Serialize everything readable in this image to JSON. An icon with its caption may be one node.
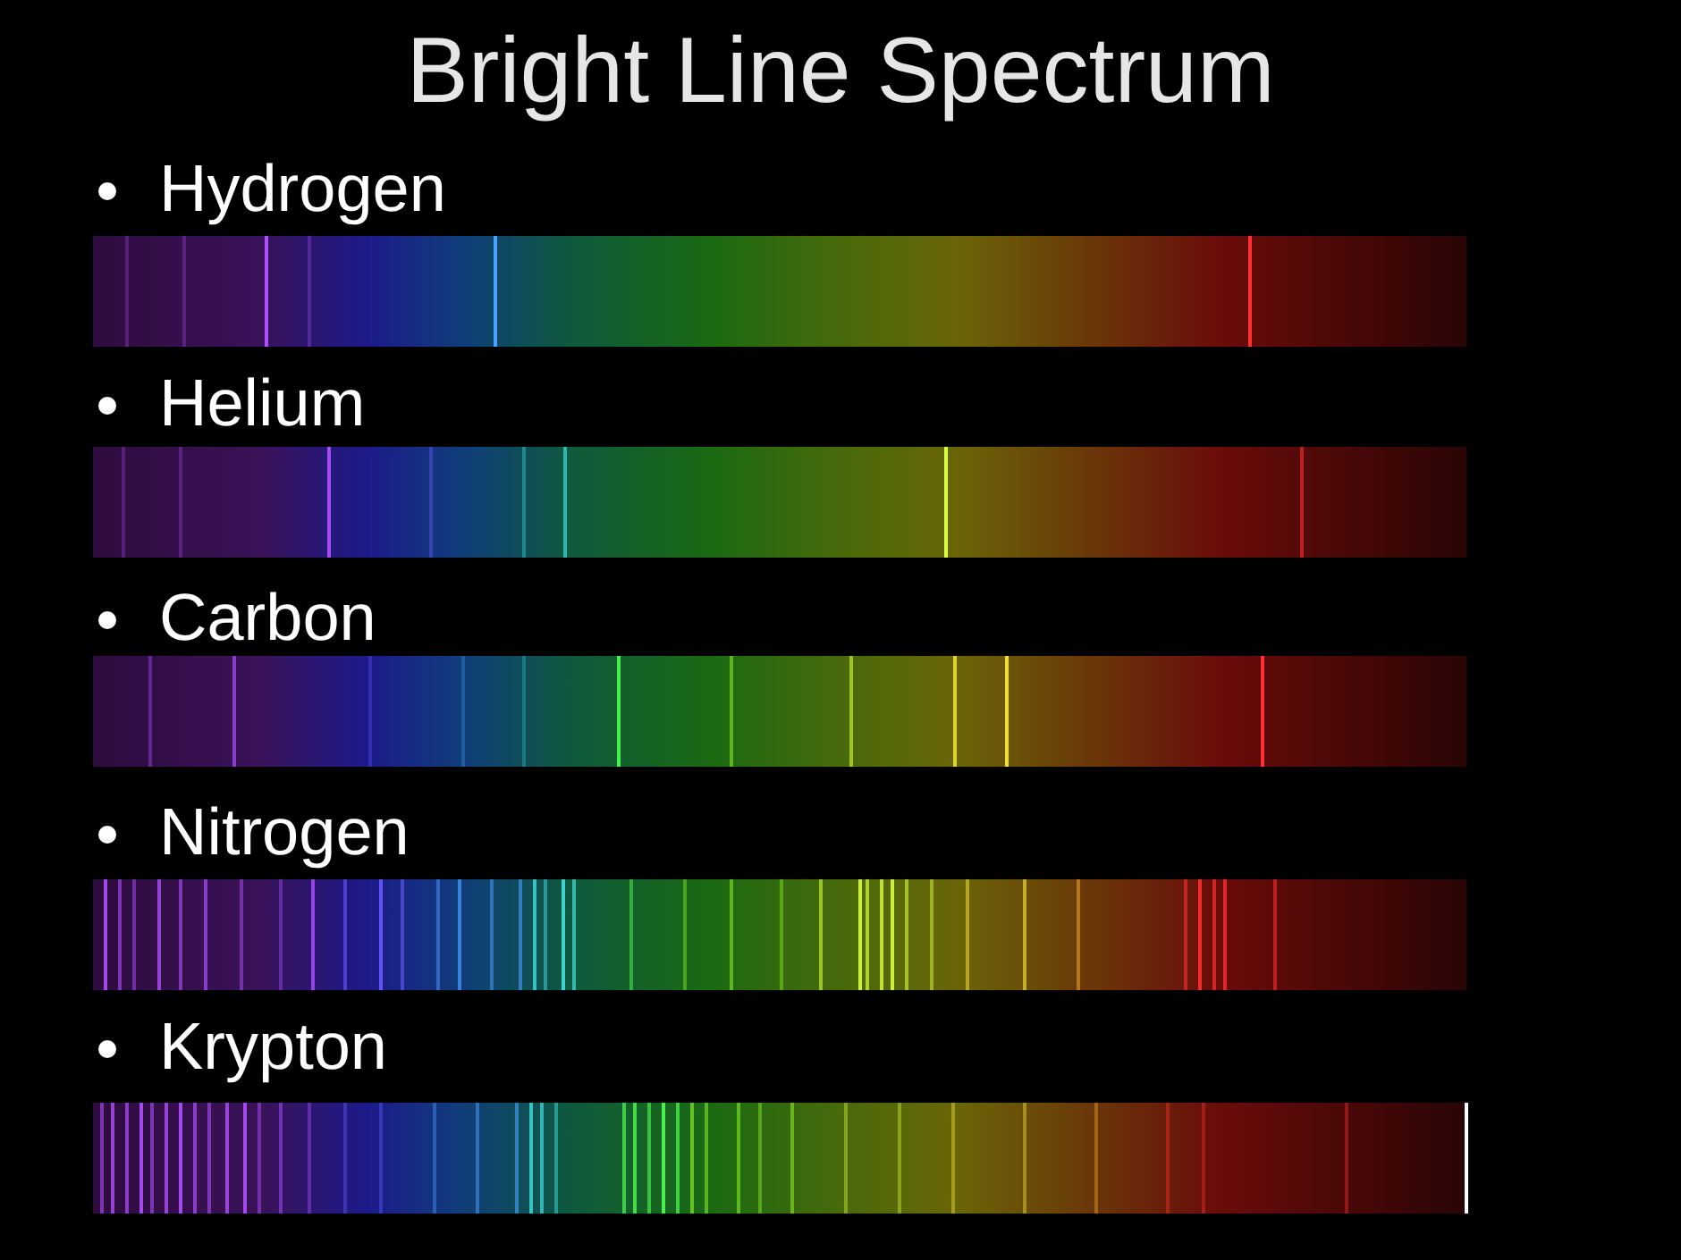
{
  "diagram": {
    "title": "Bright Line Spectrum",
    "labels": [
      "Hydrogen",
      "Helium",
      "Carbon",
      "Nitrogen",
      "Krypton"
    ]
  }
}
